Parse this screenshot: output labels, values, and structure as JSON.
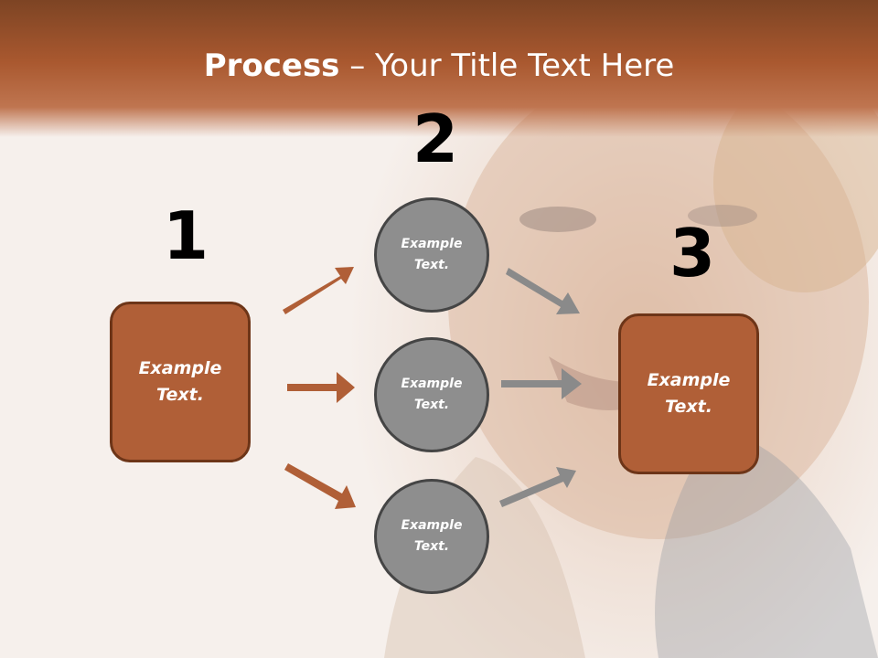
{
  "slide": {
    "title_bold": "Process",
    "title_rest": " – Your Title Text Here",
    "step_numbers": [
      "1",
      "2",
      "3"
    ],
    "left_box": "Example\nText.",
    "right_box": "Example\nText.",
    "circles": [
      "Example\nText.",
      "Example\nText.",
      "Example\nText."
    ]
  },
  "colors": {
    "accent": "#b05f37",
    "accent_border": "#6d3518",
    "circle_fill": "#8e8e8e",
    "circle_border": "#454545",
    "gray_arrow": "#8a8a8a"
  },
  "background": {
    "image": "smiling-woman-photo"
  }
}
